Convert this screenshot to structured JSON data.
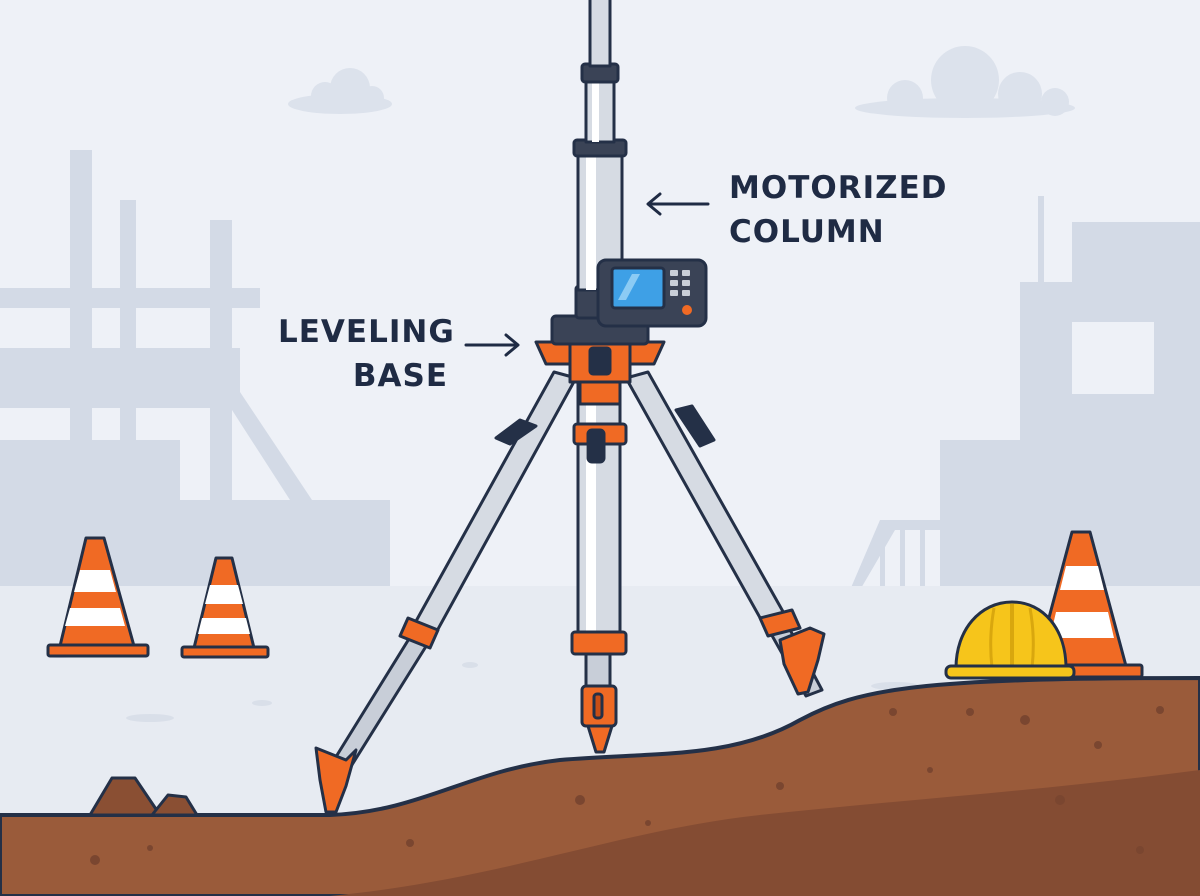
{
  "labels": {
    "motorized_column": {
      "line1": "MOTORIZED",
      "line2": "COLUMN"
    },
    "leveling_base": {
      "line1": "LEVELING",
      "line2": "BASE"
    }
  },
  "colors": {
    "sky": "#eef1f7",
    "silhouette": "#d3dae6",
    "ground_far": "#e7ebf2",
    "dirt": "#9a5b3a",
    "dirt_dark": "#7a4630",
    "outline": "#243047",
    "orange": "#f06a24",
    "metal": "#c8ced8",
    "helmet": "#f6c51b",
    "screen": "#3ea0e6"
  },
  "icons": [
    "arrow-left-icon",
    "arrow-right-icon",
    "traffic-cone-icon",
    "hard-hat-icon",
    "control-panel-icon"
  ]
}
